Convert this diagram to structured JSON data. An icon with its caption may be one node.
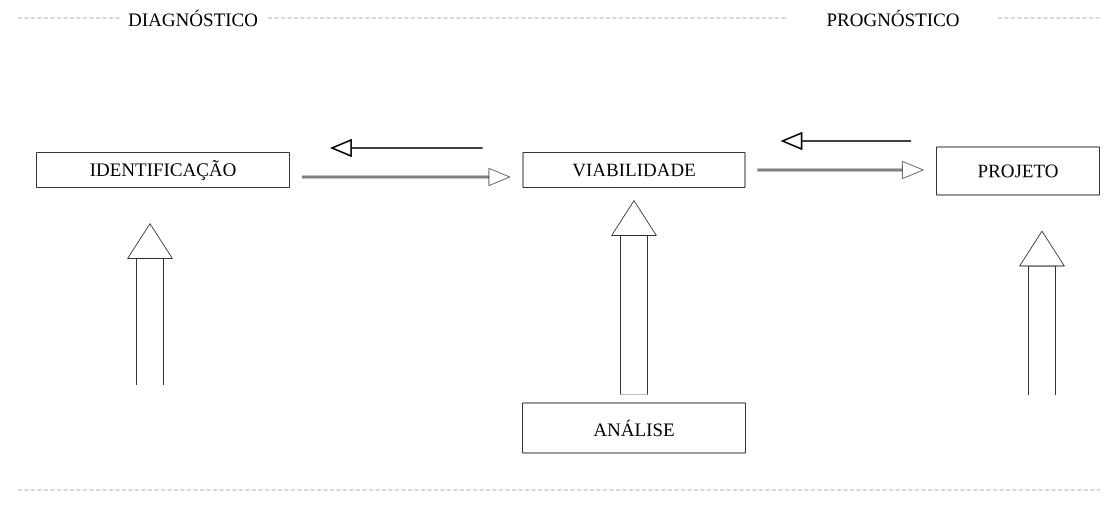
{
  "diagram": {
    "nodes": [
      {
        "text": [
          "IDENTIFICAÇÃO"
        ]
      },
      {
        "text": [
          "VIABILIDADE"
        ]
      },
      {
        "text": [
          "PROJETO"
        ]
      },
      {
        "text": [
          "ANÁLISE"
        ]
      }
    ],
    "edges": [
      {
        "from": 1,
        "to": 0,
        "arrow": "to"
      },
      {
        "from": 0,
        "to": 1,
        "arrow": "to"
      },
      {
        "from": 2,
        "to": 1,
        "arrow": "to"
      },
      {
        "from": 1,
        "to": 2,
        "arrow": "to"
      },
      {
        "from": null,
        "to": 0,
        "arrow": "to",
        "style": "thick"
      },
      {
        "from": 3,
        "to": 1,
        "arrow": "to",
        "style": "thick"
      },
      {
        "from": null,
        "to": 2,
        "arrow": "to",
        "style": "thick"
      }
    ],
    "labels": [
      "DIAGNÓSTICO",
      "PROGNÓSTICO"
    ]
  }
}
